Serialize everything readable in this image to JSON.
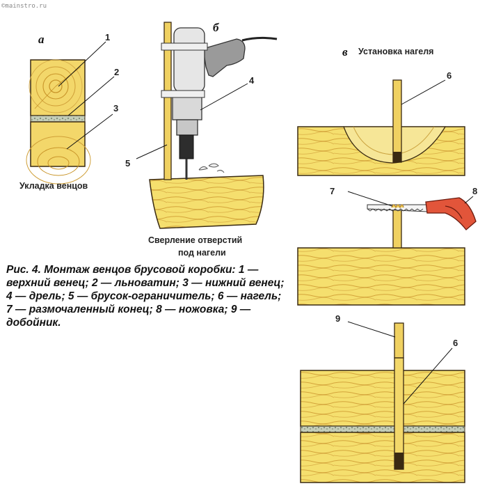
{
  "watermark": "©mainstro.ru",
  "panels": {
    "a": {
      "letter": "а",
      "caption": "Укладка венцов"
    },
    "b": {
      "letter": "б",
      "caption_line1": "Сверление отверстий",
      "caption_line2": "под нагели"
    },
    "c": {
      "letter": "в",
      "caption": "Установка нагеля"
    }
  },
  "callouts": {
    "n1": "1",
    "n2": "2",
    "n3": "3",
    "n4": "4",
    "n5": "5",
    "n6a": "6",
    "n7": "7",
    "n8": "8",
    "n9": "9",
    "n6b": "6"
  },
  "figure_caption": "Рис. 4. Монтаж венцов брусовой коробки: 1 — верхний венец; 2 — льноватин; 3 — нижний венец; 4 — дрель; 5 — брусок-ограничитель; 6 — нагель; 7 — размочаленный конец; 8 — ножовка; 9 — добойник.",
  "colors": {
    "wood": "#f5df6e",
    "wood_dark": "#e3b83a",
    "grain": "#c9952a",
    "outline": "#3a2a12",
    "drill_body": "#e6e6e6",
    "drill_grip": "#9a9a9a",
    "saw_handle": "#e2553a",
    "insulation": "#a9b8a6"
  }
}
